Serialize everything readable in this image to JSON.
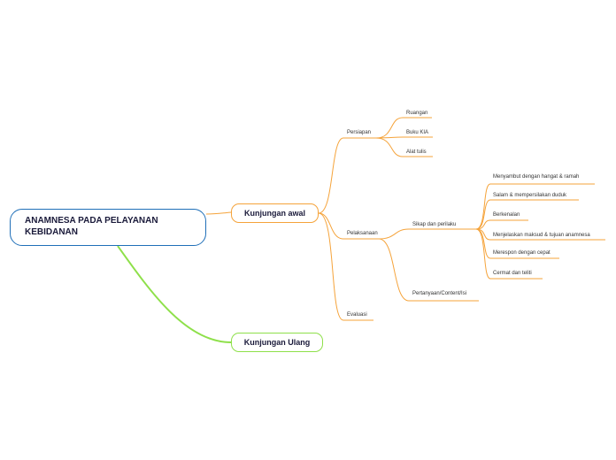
{
  "root": {
    "title": "ANAMNESA PADA PELAYANAN KEBIDANAN"
  },
  "main": {
    "awal": "Kunjungan awal",
    "ulang": "Kunjungan Ulang"
  },
  "level2": {
    "persiapan": "Persiapan",
    "pelaksanaan": "Pelaksanaan",
    "evaluasi": "Evaluasi"
  },
  "persiapan_items": [
    "Ruangan",
    "Buku KIA",
    "Alat tulis"
  ],
  "pelaksanaan_items": {
    "sikap": "Sikap dan perilaku",
    "pertanyaan": "Pertanyaan/Content/Isi"
  },
  "sikap_items": [
    "Menyambut dengan hangat & ramah",
    "Salam & mempersilakan duduk",
    "Berkenalan",
    "Menjelaskan maksud & tujuan anamnesa",
    "Merespon dengan cepat",
    "Cermat dan teliti"
  ],
  "colors": {
    "orange": "#f5a33a",
    "green": "#8ee04a",
    "blue": "#1f6fb8"
  }
}
